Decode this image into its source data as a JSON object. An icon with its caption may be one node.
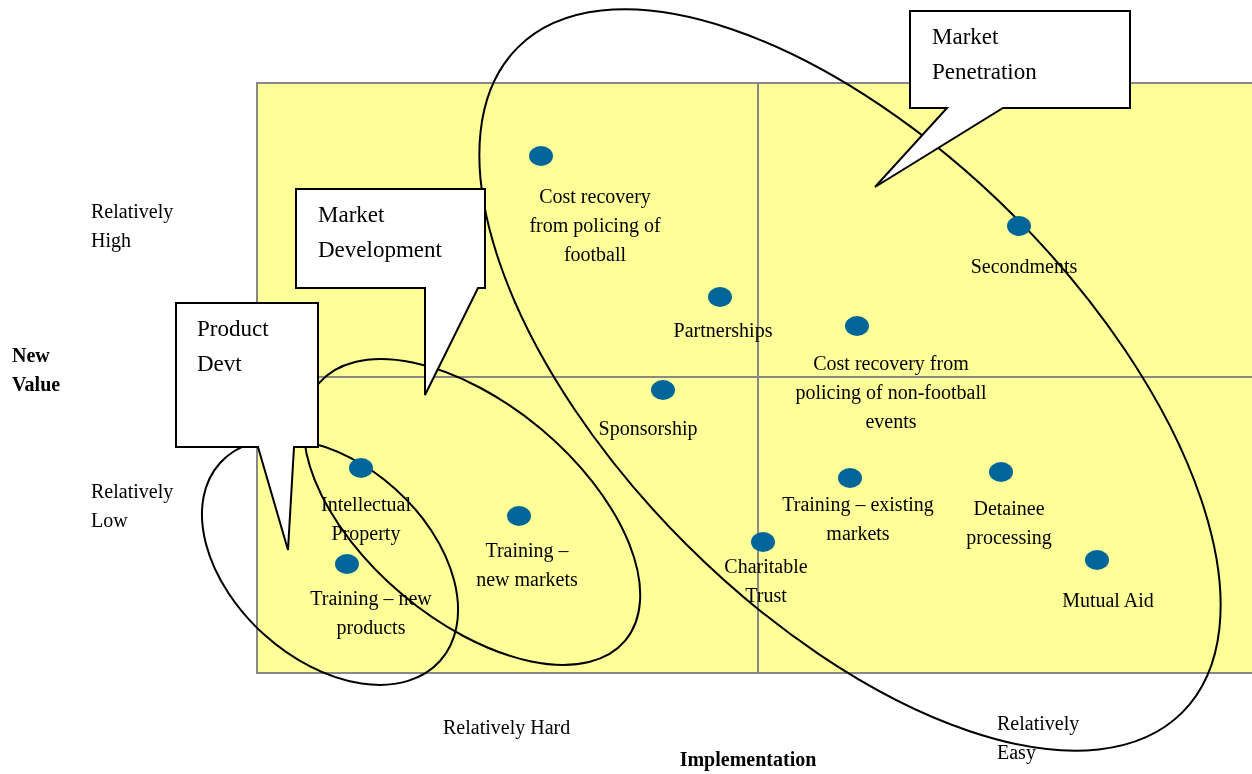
{
  "diagram": {
    "nodes": [
      {
        "text": [
          "Market Penetration"
        ]
      },
      {
        "text": [
          "Market Development"
        ]
      },
      {
        "text": [
          "Product Devt"
        ]
      }
    ],
    "labels": [
      "Relatively High",
      "Cost recovery from policing of football",
      "Secondments",
      "New Value",
      "Partnerships",
      "Cost recovery from policing of non-football events",
      "Sponsorship",
      "Relatively Low",
      "Intellectual Property",
      "Training – existing markets",
      "Detainee processing",
      "Training – new markets",
      "Charitable Trust",
      "Training – new products",
      "Mutual Aid",
      "Relatively Hard",
      "Relatively Easy",
      "Implementation"
    ]
  }
}
